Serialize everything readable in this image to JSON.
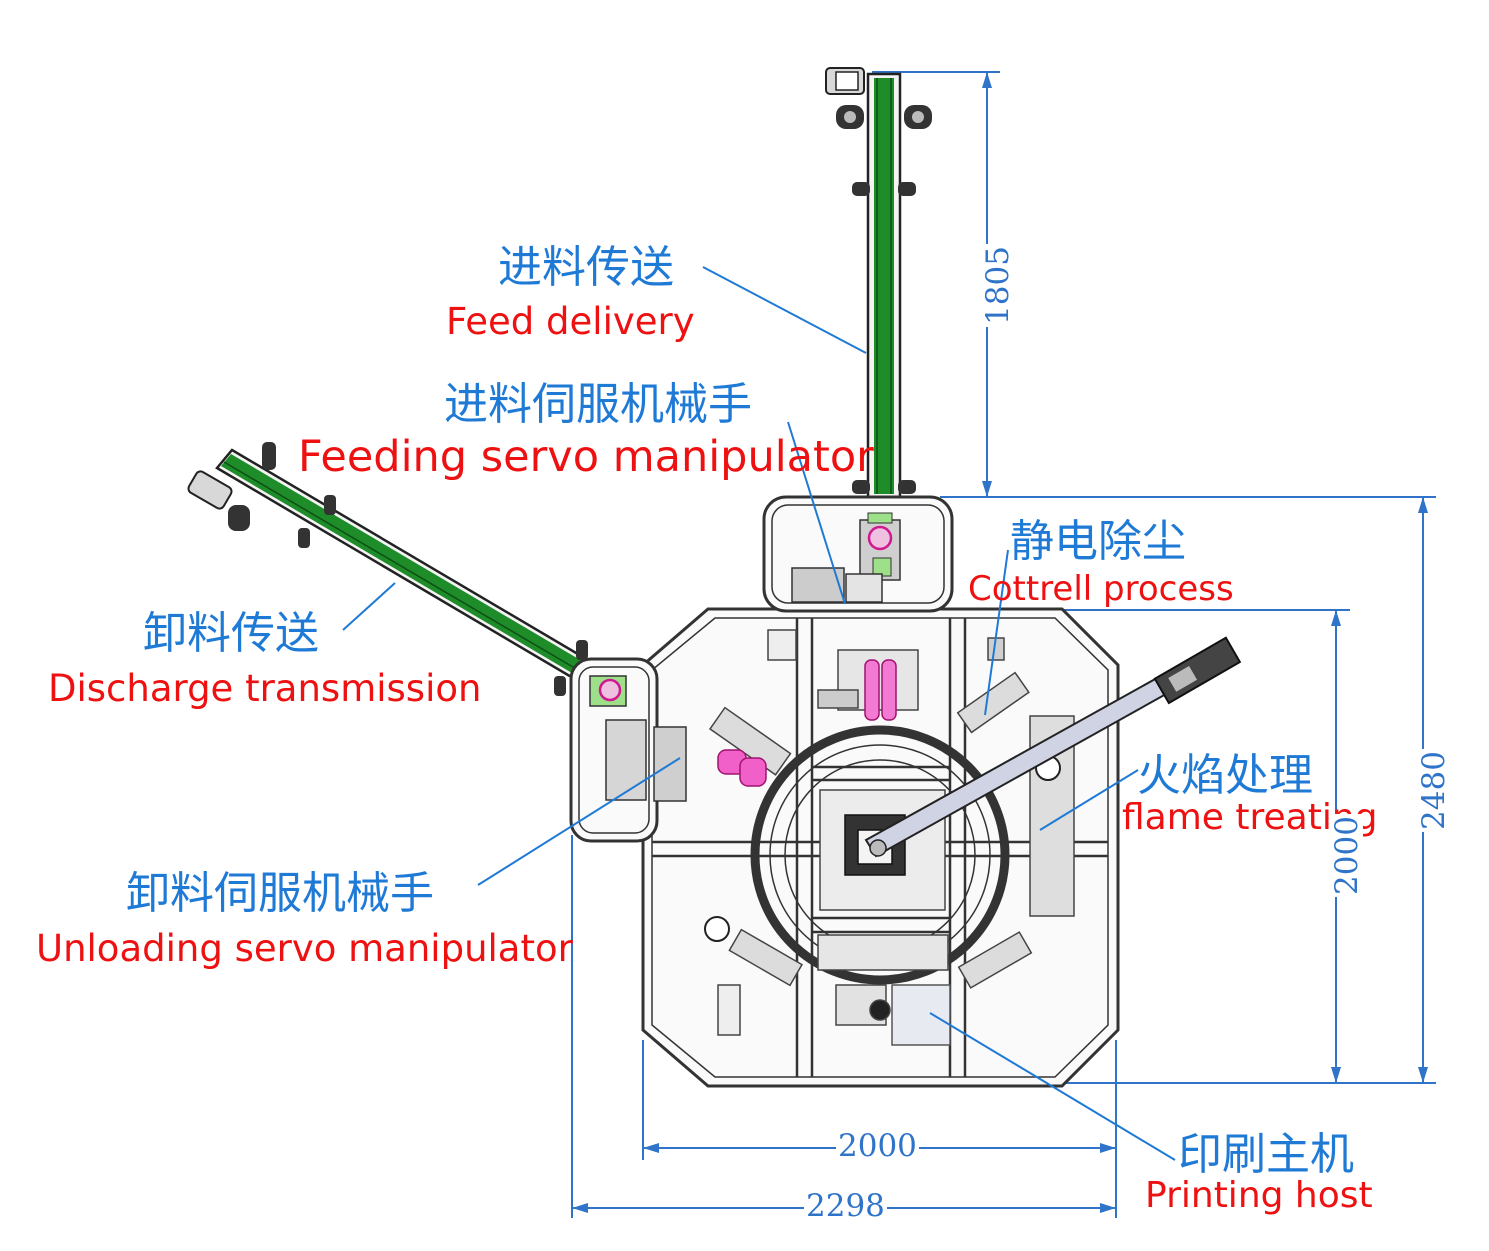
{
  "labels": {
    "feed_delivery_zh": "进料传送",
    "feed_delivery_en": "Feed delivery",
    "feeding_manip_zh": "进料伺服机械手",
    "feeding_manip_en": "Feeding servo manipulator",
    "discharge_zh": "卸料传送",
    "discharge_en": "Discharge transmission",
    "unloading_manip_zh": "卸料伺服机械手",
    "unloading_manip_en": "Unloading servo manipulator",
    "cottrell_zh": "静电除尘",
    "cottrell_en": "Cottrell process",
    "flame_zh": "火焰处理",
    "flame_en": "flame treating",
    "printing_zh": "印刷主机",
    "printing_en": "Printing host"
  },
  "dimensions": {
    "conveyor_length": "1805",
    "inner_height": "2000",
    "total_height": "2480",
    "inner_width": "2000",
    "total_width": "2298"
  },
  "colors": {
    "chinese_label": "#1f7ad6",
    "english_label": "#ee1111",
    "dimension": "#2f74c9",
    "conveyor_belt": "#1e8c28",
    "frame": "#333333"
  }
}
